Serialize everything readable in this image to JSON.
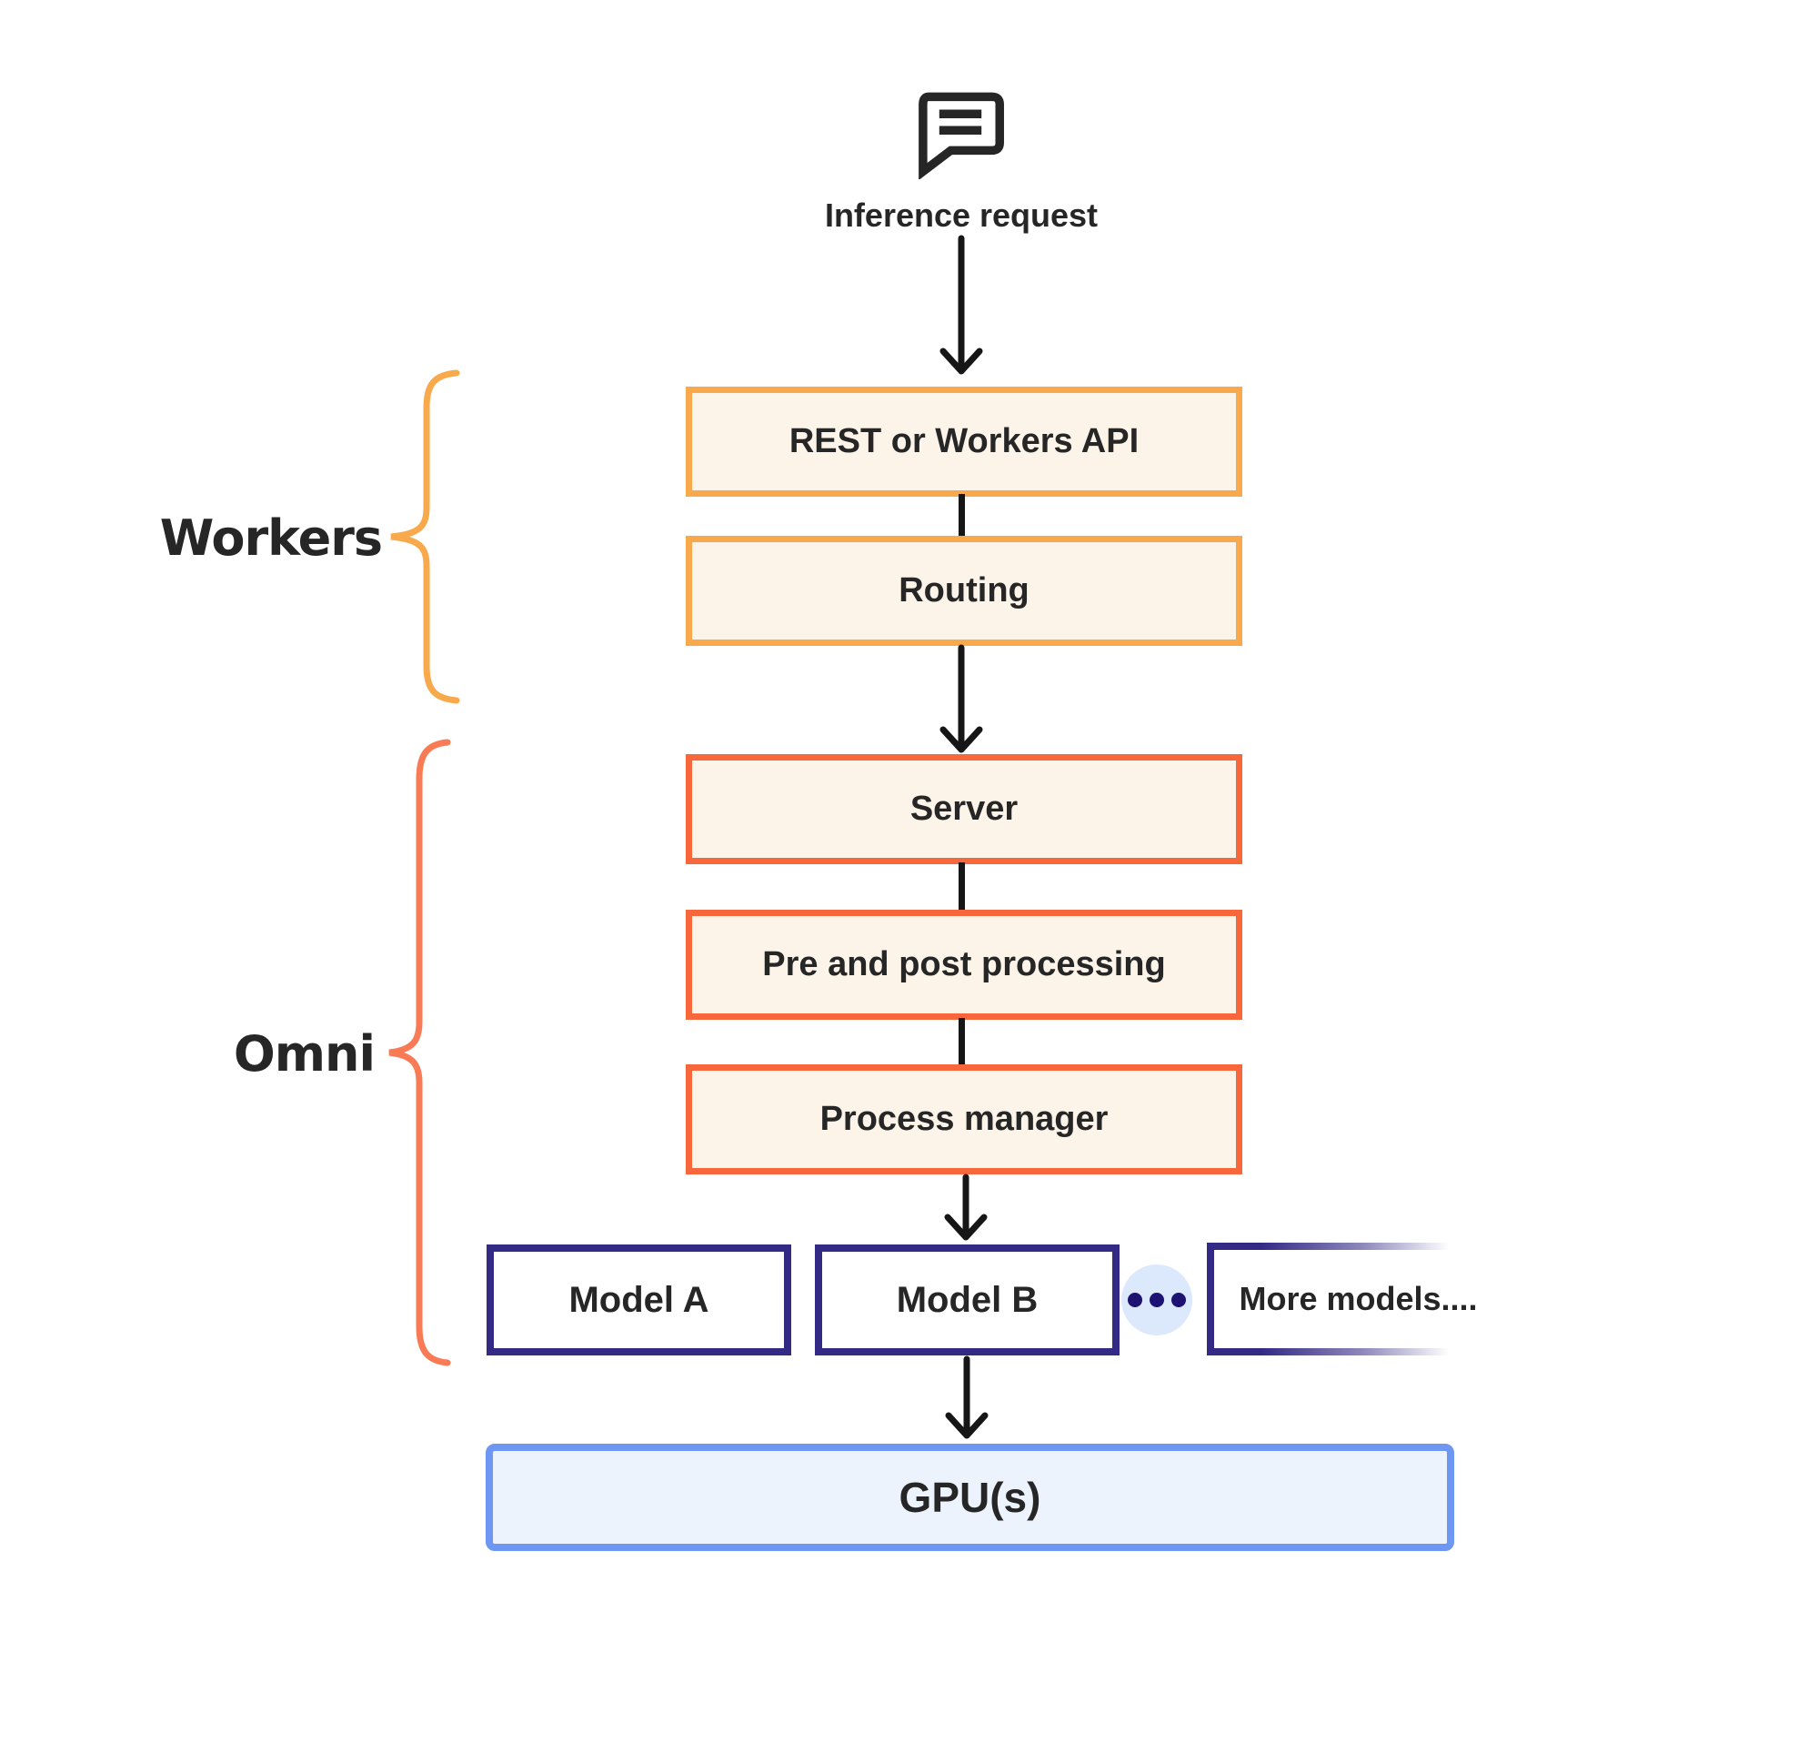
{
  "theme": {
    "colors": {
      "amber": "#F8A94C",
      "amberFill": "#FDF4E9",
      "orange": "#F8673B",
      "orangeBrace": "#F87B55",
      "indigo": "#332A86",
      "dot": "#1D1272",
      "dotBg": "#DCE8FB",
      "blueBorder": "#6E96F3",
      "blueFill": "#EDF3FD",
      "ink": "#262626",
      "arrow": "#161616"
    }
  },
  "diagram": {
    "request": {
      "icon": "message-square-icon",
      "label": "Inference request"
    },
    "groups": {
      "workers": {
        "label": "Workers",
        "boxes": [
          "REST or Workers API",
          "Routing"
        ]
      },
      "omni": {
        "label": "Omni",
        "boxes": [
          "Server",
          "Pre and post processing",
          "Process manager"
        ]
      }
    },
    "models": {
      "model_a": "Model A",
      "model_b": "Model B",
      "ellipsis_icon": "ellipsis-icon",
      "more": "More models...."
    },
    "gpu": {
      "label": "GPU(s)"
    }
  }
}
